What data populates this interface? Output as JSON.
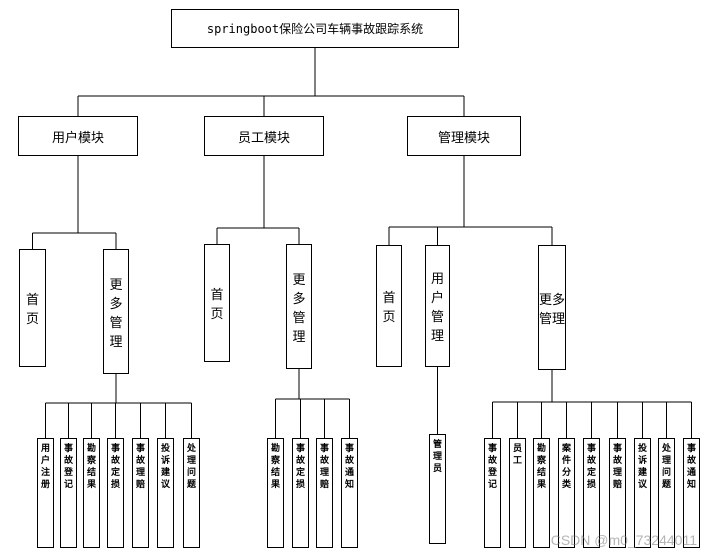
{
  "root": {
    "label": "springboot保险公司车辆事故跟踪系统"
  },
  "modules": [
    {
      "label": "用户模块",
      "pages": [
        {
          "label": "首页",
          "leaves": []
        },
        {
          "label": "更多管理",
          "leaves": [
            "用户注册",
            "事故登记",
            "勘察结果",
            "事故定损",
            "事故理赔",
            "投诉建议",
            "处理问题"
          ]
        }
      ]
    },
    {
      "label": "员工模块",
      "pages": [
        {
          "label": "首页",
          "leaves": []
        },
        {
          "label": "更多管理",
          "leaves": [
            "勘察结果",
            "事故定损",
            "事故理赔",
            "事故通知"
          ]
        }
      ]
    },
    {
      "label": "管理模块",
      "pages": [
        {
          "label": "首页",
          "leaves": []
        },
        {
          "label": "用户管理",
          "leaves": [
            "管理员"
          ]
        },
        {
          "label": "更多管理",
          "leaves": [
            "事故登记",
            "员工",
            "勘察结果",
            "案件分类",
            "事故定损",
            "事故理赔",
            "投诉建议",
            "处理问题",
            "事故通知"
          ]
        }
      ]
    }
  ],
  "watermark": "CSDN @m0_73244011"
}
